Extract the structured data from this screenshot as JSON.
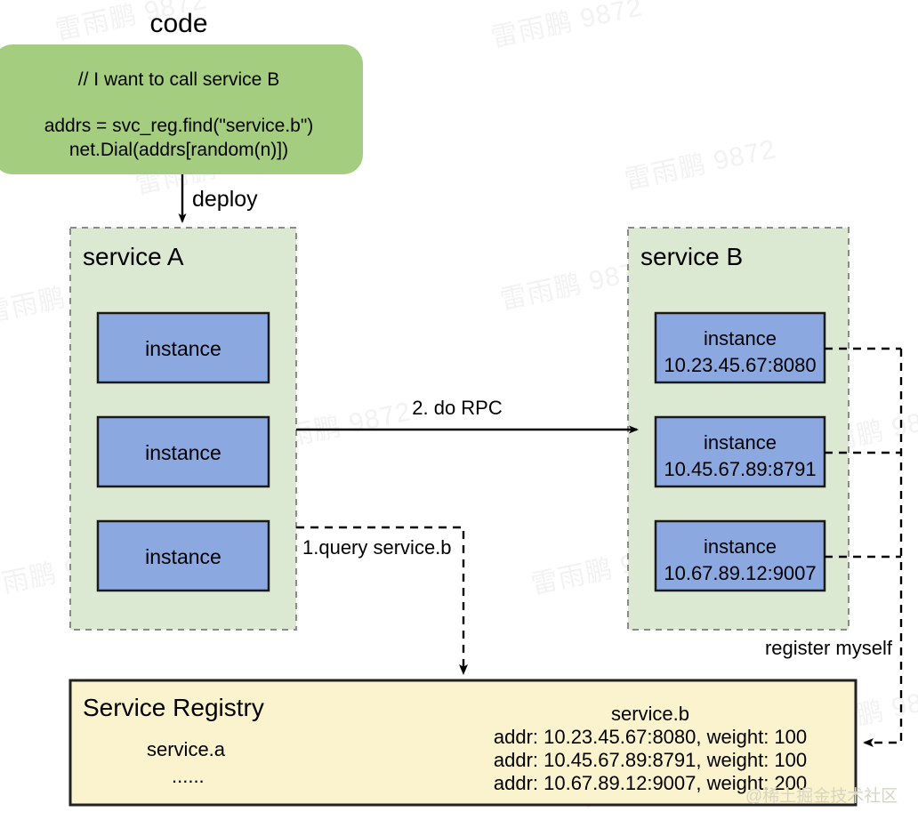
{
  "diagram": {
    "title_label": "code",
    "code_box": {
      "comment": "// I want to call service B",
      "line1": "addrs = svc_reg.find(\"service.b\")",
      "line2": "net.Dial(addrs[random(n)])",
      "fill": "#a4cd80"
    },
    "deploy_label": "deploy",
    "service_a": {
      "title": "service A",
      "fill": "#dce9d2",
      "instances": [
        {
          "name": "instance",
          "addr": ""
        },
        {
          "name": "instance",
          "addr": ""
        },
        {
          "name": "instance",
          "addr": ""
        }
      ]
    },
    "service_b": {
      "title": "service B",
      "fill": "#dce9d2",
      "instances": [
        {
          "name": "instance",
          "addr": "10.23.45.67:8080"
        },
        {
          "name": "instance",
          "addr": "10.45.67.89:8791"
        },
        {
          "name": "instance",
          "addr": "10.67.89.12:9007"
        }
      ]
    },
    "instance_fill": "#8ba9e0",
    "edges": {
      "query": "1.query service.b",
      "rpc": "2. do RPC",
      "register": "register myself"
    },
    "registry": {
      "title": "Service Registry",
      "fill": "#fbf3cd",
      "left_service": "service.a",
      "left_more": "......",
      "right_service": "service.b",
      "right_entries": [
        "addr: 10.23.45.67:8080, weight: 100",
        "addr: 10.45.67.89:8791, weight: 100",
        "addr: 10.67.89.12:9007, weight: 200"
      ]
    },
    "watermarks": {
      "text": "雷雨鹏 9872",
      "brand": "@稀土掘金技术社区"
    }
  }
}
